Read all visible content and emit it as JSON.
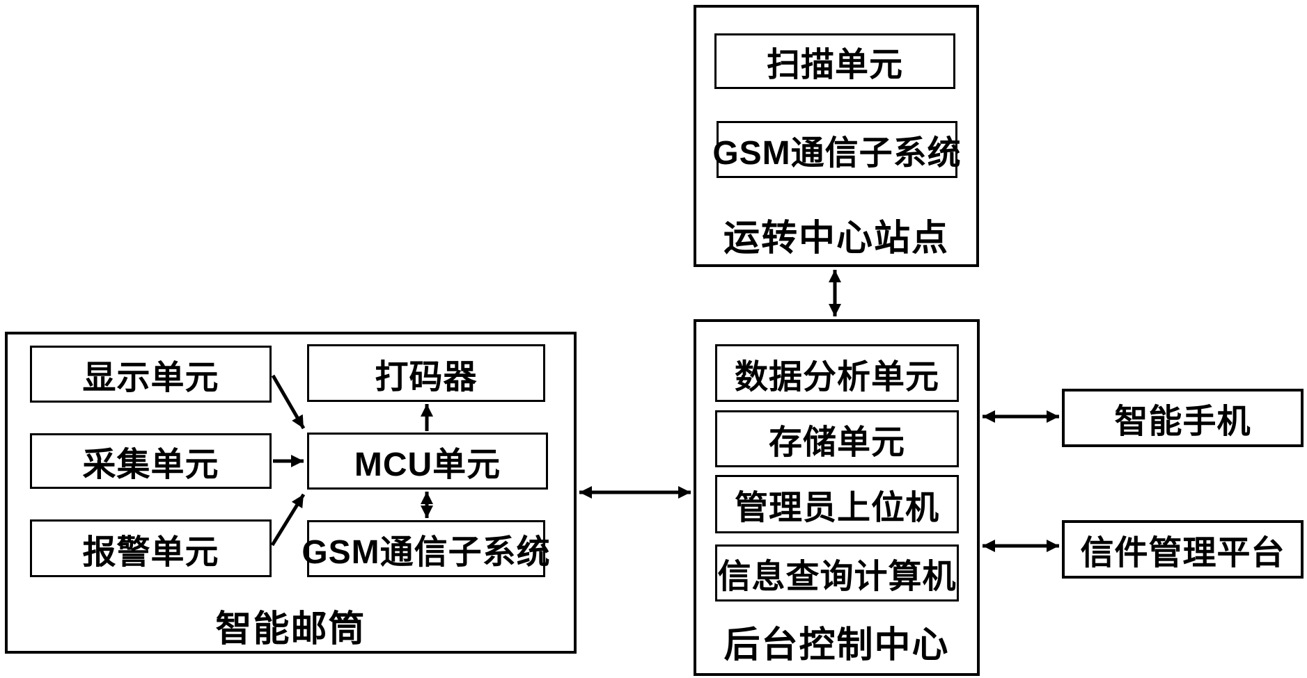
{
  "diagram": {
    "smart_mailbox": {
      "label": "智能邮筒",
      "units": {
        "display": "显示单元",
        "collect": "采集单元",
        "alarm": "报警单元",
        "coder": "打码器",
        "mcu": "MCU单元",
        "gsm": "GSM通信子系统"
      }
    },
    "transit_center": {
      "label": "运转中心站点",
      "units": {
        "scan": "扫描单元",
        "gsm": "GSM通信子系统"
      }
    },
    "control_center": {
      "label": "后台控制中心",
      "units": {
        "data_analysis": "数据分析单元",
        "storage": "存储单元",
        "admin_host": "管理员上位机",
        "info_query": "信息查询计算机"
      }
    },
    "external": {
      "smartphone": "智能手机",
      "mail_platform": "信件管理平台"
    },
    "colors": {
      "line": "#000000",
      "background": "#ffffff"
    }
  }
}
